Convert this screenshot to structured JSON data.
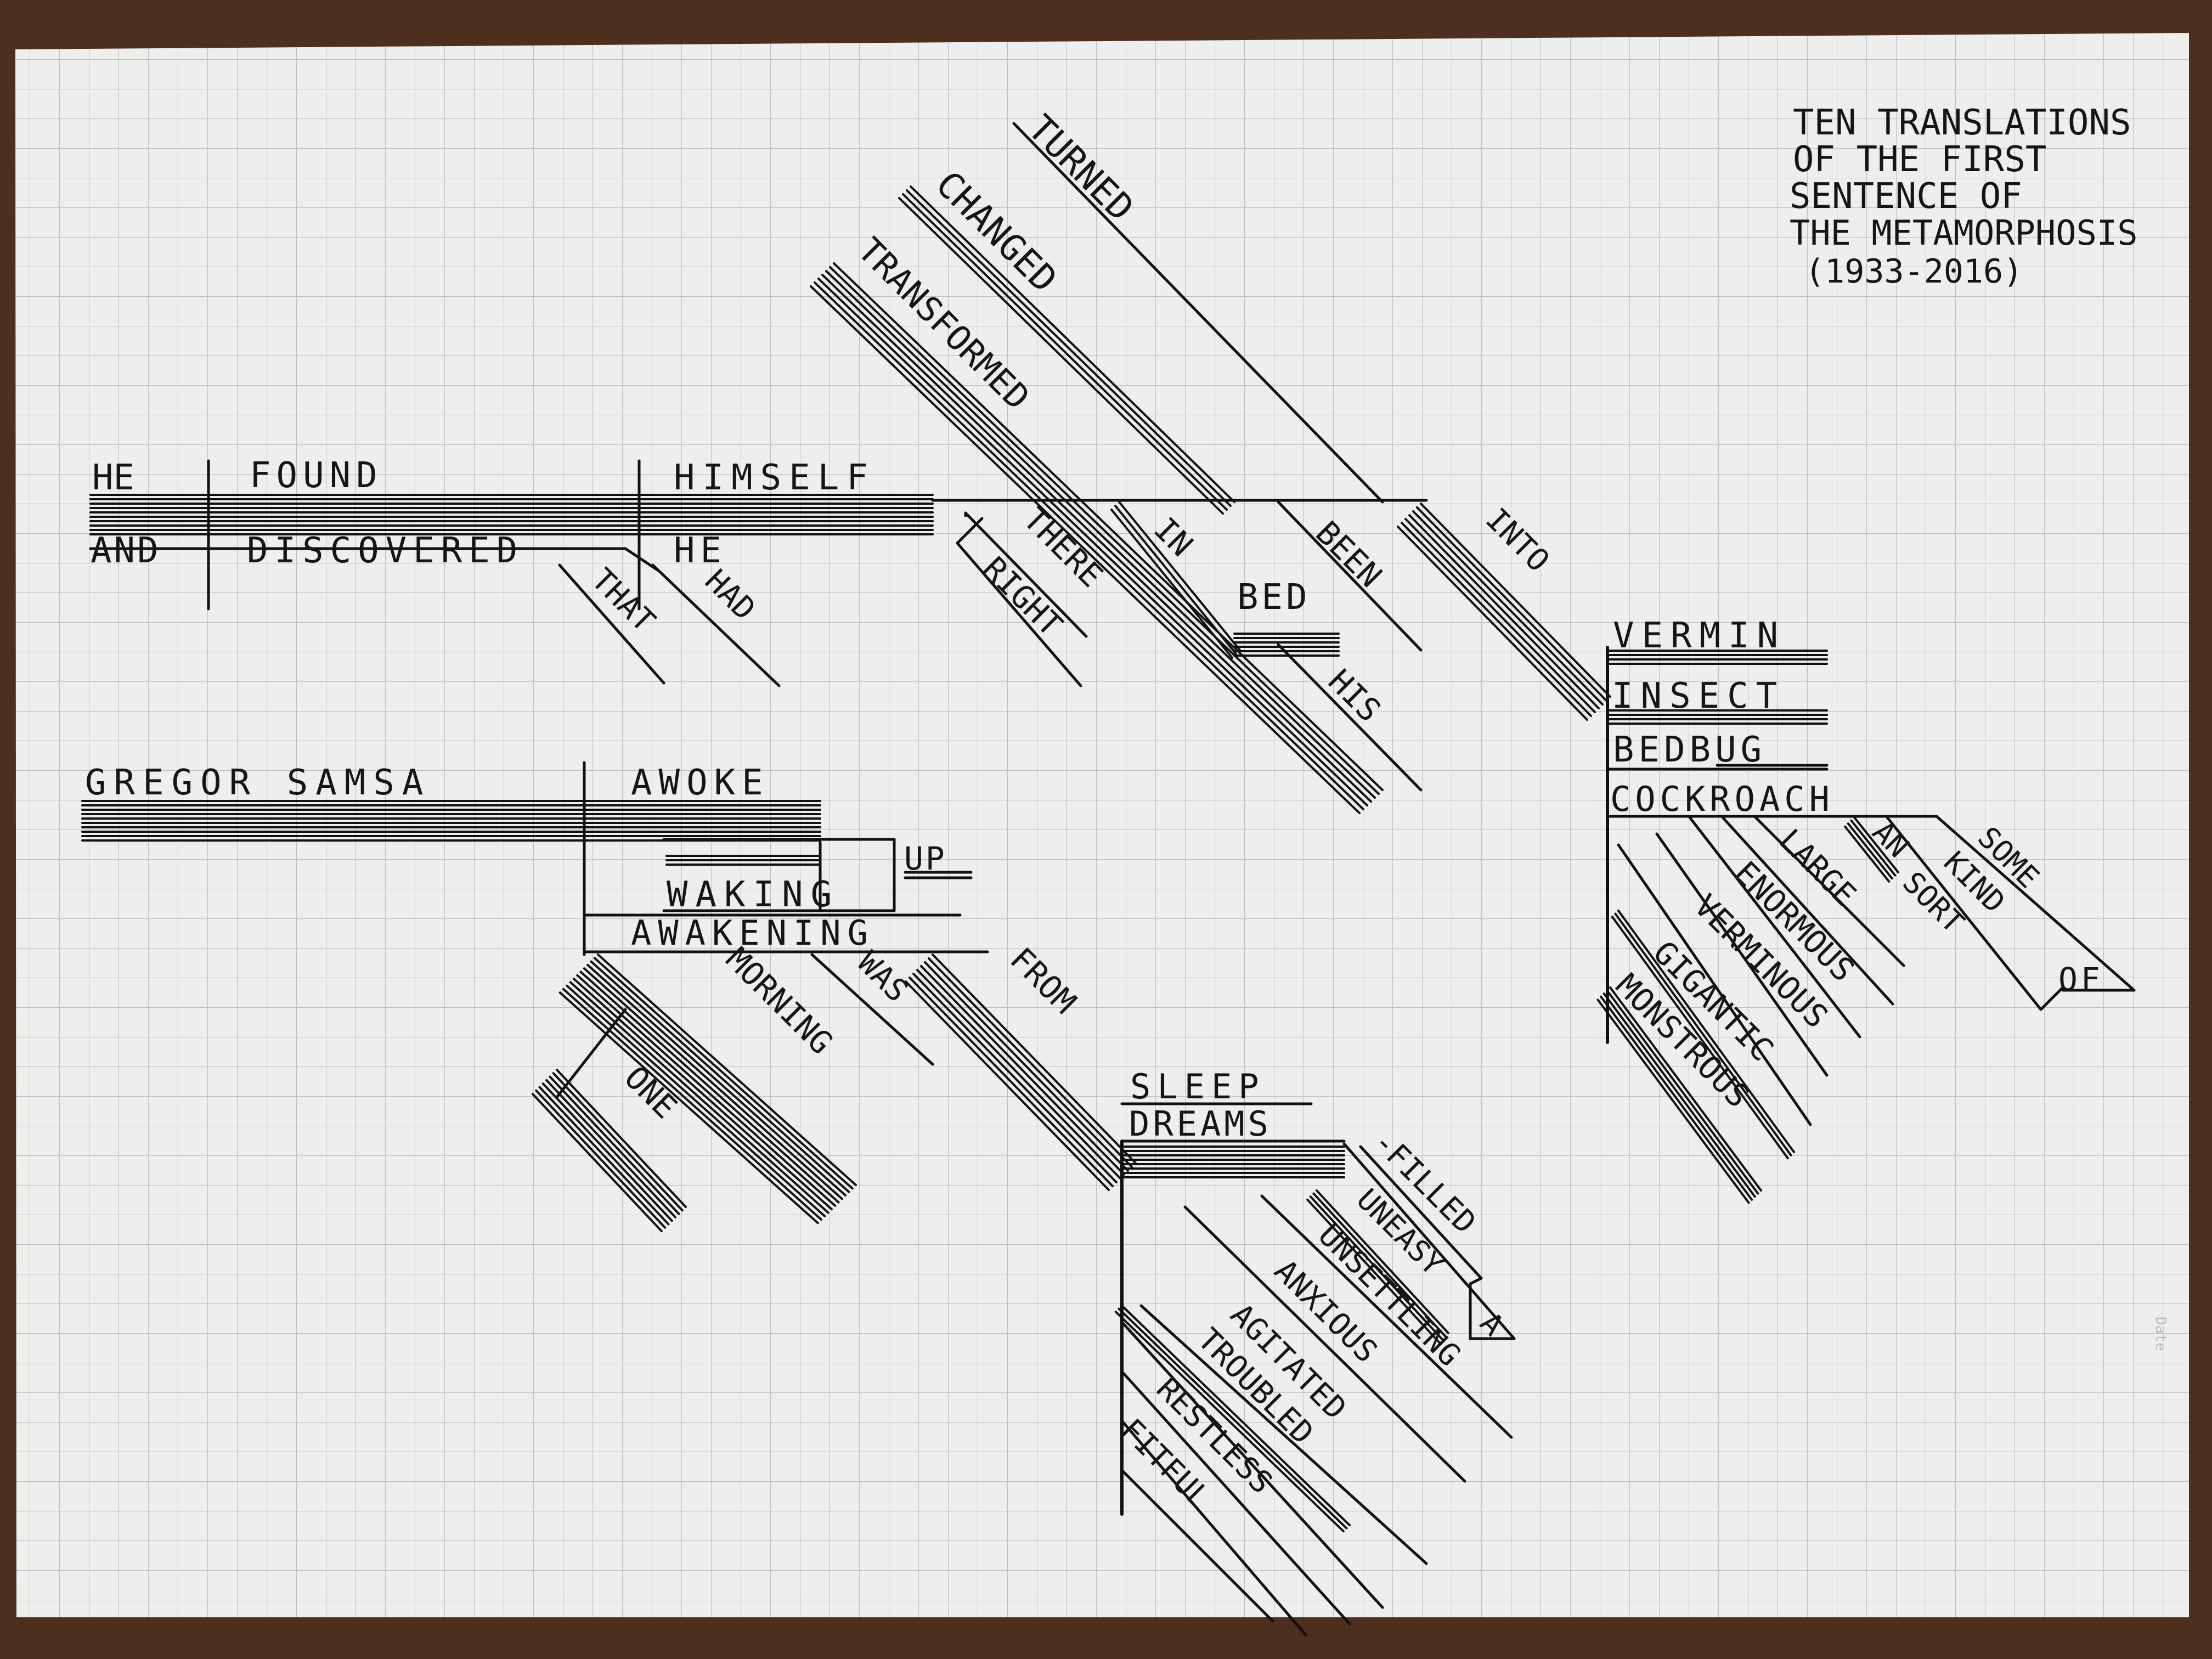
{
  "title": {
    "lines": [
      "TEN TRANSLATIONS",
      "OF THE FIRST",
      "SENTENCE OF",
      "THE METAMORPHOSIS",
      "(1933-2016)"
    ]
  },
  "paper_note": "Date",
  "words": {
    "he": "HE",
    "found": "FOUND",
    "himself": "HIMSELF",
    "and": "AND",
    "discovered": "DISCOVERED",
    "he2": "HE",
    "that": "THAT",
    "had": "HAD",
    "there": "THERE",
    "right": "RIGHT",
    "in": "IN",
    "bed": "BED",
    "his": "HIS",
    "been": "BEEN",
    "into": "INTO",
    "turned": "TURNED",
    "changed": "CHANGED",
    "transformed": "TRANSFORMED",
    "vermin": "VERMIN",
    "insect": "INSECT",
    "bedbug": "BEDBUG",
    "cockroach": "COCKROACH",
    "large": "LARGE",
    "enormous": "ENORMOUS",
    "verminous": "VERMINOUS",
    "gigantic": "GIGANTIC",
    "monstrous": "MONSTROUS",
    "an": "AN",
    "some": "SOME",
    "kind": "KIND",
    "sort": "SORT",
    "of": "OF",
    "gregor_samsa": "GREGOR SAMSA",
    "awoke": "AWOKE",
    "up": "UP",
    "waking": "WAKING",
    "awakening": "AWAKENING",
    "morning": "MORNING",
    "one": "ONE",
    "was": "WAS",
    "from": "FROM",
    "sleep": "SLEEP",
    "dreams": "DREAMS",
    "filled": "-FILLED",
    "uneasy": "UNEASY",
    "a": "A",
    "unsettling": "UNSETTLING",
    "anxious": "ANXIOUS",
    "agitated": "AGITATED",
    "troubled": "TROUBLED",
    "restless": "RESTLESS",
    "fitful": "FITFUL"
  }
}
